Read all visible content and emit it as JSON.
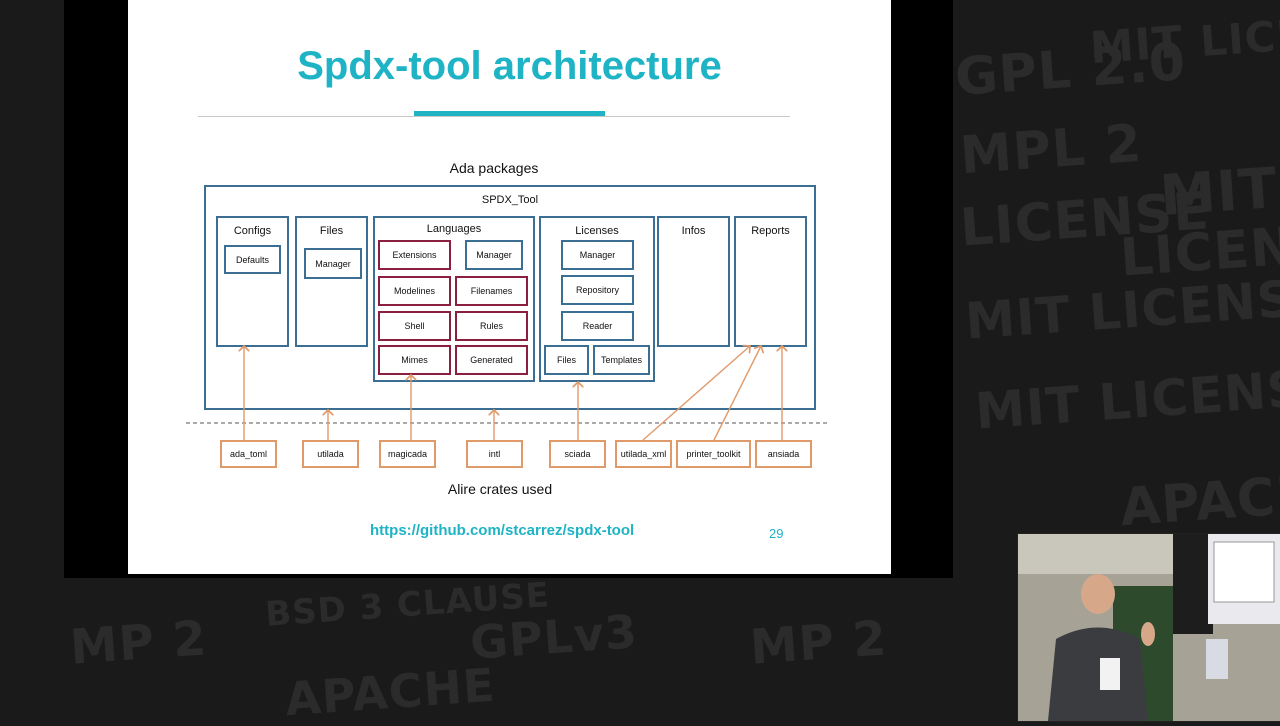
{
  "background_words": [
    "GPL 2.0",
    "MIT",
    "LICENSE",
    "MPL 2",
    "MIT LICENSE",
    "BSD 3 CLAUSE",
    "APACHE",
    "GPLv3",
    "MP 2"
  ],
  "slide": {
    "title": "Spdx-tool architecture",
    "caption_top": "Ada packages",
    "caption_bottom": "Alire crates used",
    "link": "https://github.com/stcarrez/spdx-tool",
    "page_number": "29"
  },
  "diagram": {
    "root": "SPDX_Tool",
    "packages": {
      "configs": {
        "label": "Configs",
        "children": [
          "Defaults"
        ]
      },
      "files": {
        "label": "Files",
        "children": [
          "Manager"
        ]
      },
      "languages": {
        "label": "Languages",
        "children": [
          "Extensions",
          "Manager",
          "Modelines",
          "Filenames",
          "Shell",
          "Rules",
          "Mimes",
          "Generated"
        ]
      },
      "licenses": {
        "label": "Licenses",
        "children": [
          "Manager",
          "Repository",
          "Reader",
          "Files",
          "Templates"
        ]
      },
      "infos": {
        "label": "Infos",
        "children": []
      },
      "reports": {
        "label": "Reports",
        "children": []
      }
    },
    "crates": [
      "ada_toml",
      "utilada",
      "magicada",
      "intl",
      "sciada",
      "utilada_xml",
      "printer_toolkit",
      "ansiada"
    ]
  },
  "colors": {
    "accent": "#1fb3c6",
    "package_border": "#3a6e92",
    "language_border": "#8a1f3f",
    "crate_border": "#e09a6a"
  }
}
